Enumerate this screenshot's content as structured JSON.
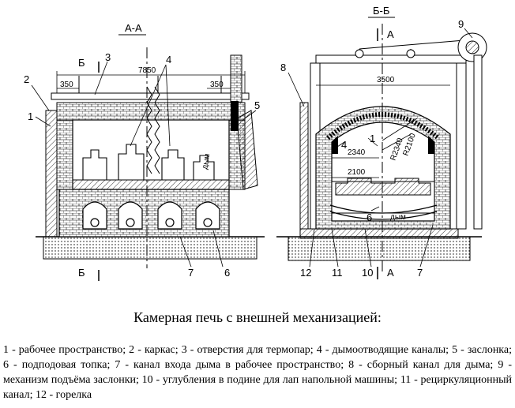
{
  "views": {
    "left": {
      "title": "А-А",
      "section_marks": [
        "Б",
        "Б"
      ],
      "dims": [
        "350",
        "7850",
        "350"
      ],
      "labels": [
        "1",
        "2",
        "3",
        "4",
        "5",
        "6",
        "7"
      ],
      "inner_text": "дым"
    },
    "right": {
      "title": "Б-Б",
      "section_marks": [
        "А",
        "А"
      ],
      "dims": [
        "3500",
        "2340",
        "2100",
        "R2340",
        "R2100"
      ],
      "labels": [
        "1",
        "4",
        "6",
        "7",
        "8",
        "9",
        "10",
        "11",
        "12"
      ],
      "inner_text": "дым"
    }
  },
  "caption": "Камерная печь с внешней механизацией:",
  "legend": "1 - рабочее пространство; 2 - каркас; 3 - отверстия для термопар; 4 - дымоотводящие каналы; 5 - заслонка; 6 - подподовая топка; 7 - канал входа дыма в рабочее пространство; 8 - сборный канал для дыма; 9 - механизм подъёма заслонки; 10 - углубления в подине для лап напольной машины; 11 - рециркуляционный канал; 12 - горелка"
}
